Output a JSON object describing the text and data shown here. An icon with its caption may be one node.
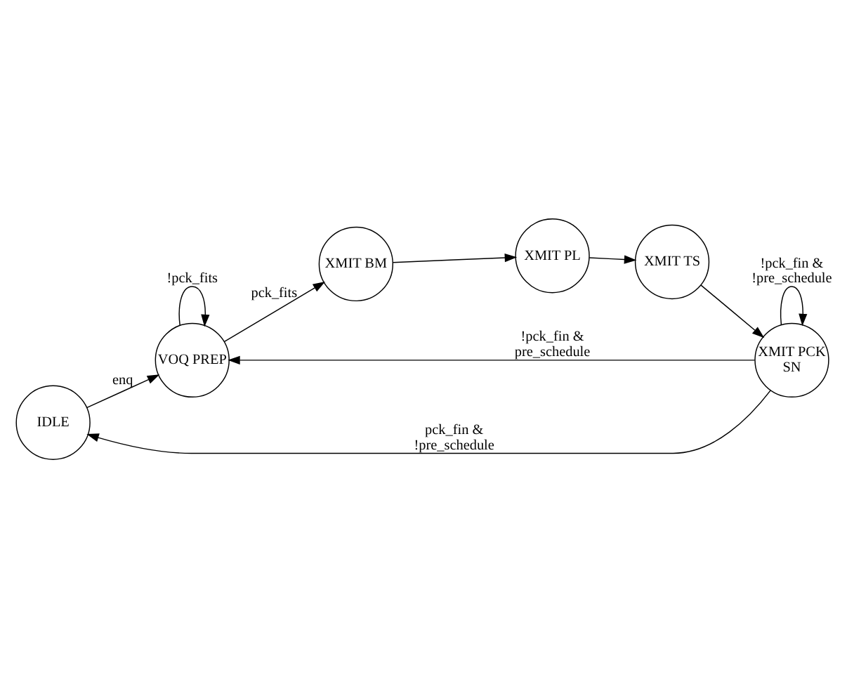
{
  "diagram": {
    "nodes": [
      {
        "text": [
          "IDLE"
        ]
      },
      {
        "text": [
          "VOQ PREP"
        ]
      },
      {
        "text": [
          "XMIT BM"
        ]
      },
      {
        "text": [
          "XMIT PL"
        ]
      },
      {
        "text": [
          "XMIT TS"
        ]
      },
      {
        "text": [
          "XMIT PCK SN"
        ]
      }
    ],
    "edges": [
      {
        "from": 0,
        "to": 1,
        "arrow": "to",
        "label": "enq"
      },
      {
        "from": 1,
        "to": 1,
        "arrow": "to",
        "label": "!pck_fits"
      },
      {
        "from": 1,
        "to": 2,
        "arrow": "to",
        "label": "pck_fits"
      },
      {
        "from": 2,
        "to": 3,
        "arrow": "to"
      },
      {
        "from": 3,
        "to": 4,
        "arrow": "to"
      },
      {
        "from": 4,
        "to": 5,
        "arrow": "to"
      },
      {
        "from": 5,
        "to": 1,
        "arrow": "to",
        "label": "!pck_fin & pre_schedule"
      },
      {
        "from": 5,
        "to": 0,
        "arrow": "to",
        "label": "pck_fin & !pre_schedule"
      },
      {
        "from": 5,
        "to": 5,
        "arrow": "to",
        "label": "!pck_fin & !pre_schedule"
      }
    ]
  }
}
